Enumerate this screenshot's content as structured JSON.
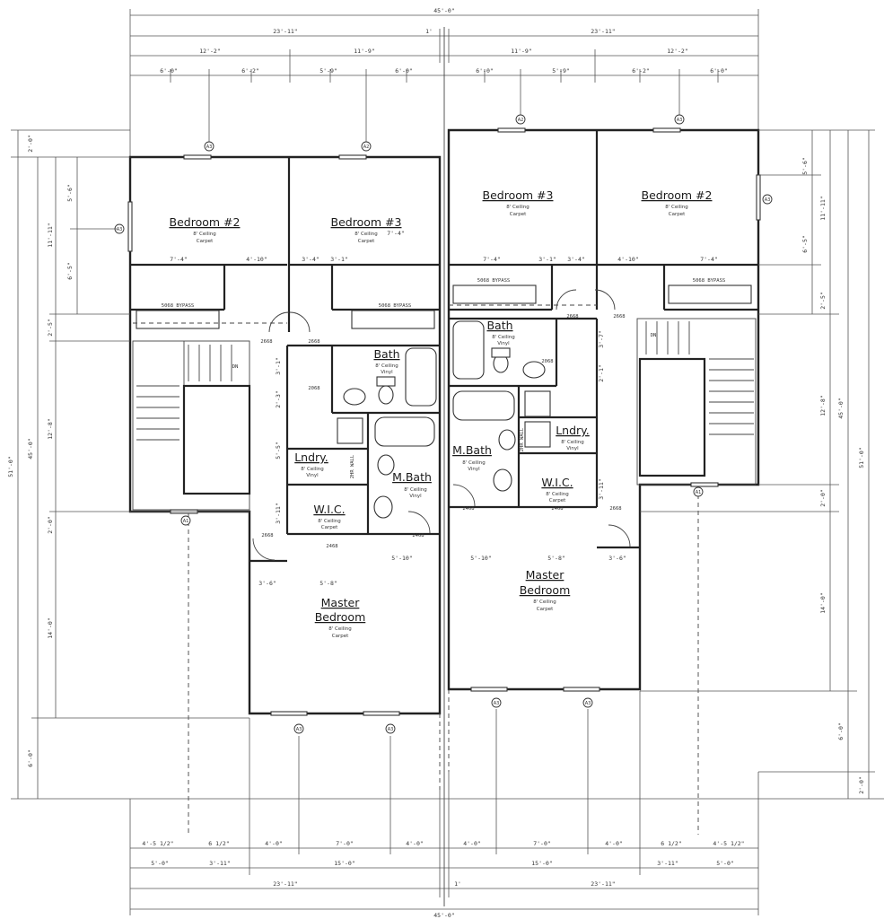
{
  "dims_top": {
    "overall": "45'-0\"",
    "half_left": "23'-11\"",
    "mid_gap": "1'",
    "half_right": "23'-11\"",
    "row3": [
      "12'-2\"",
      "11'-9\"",
      "11'-9\"",
      "12'-2\""
    ],
    "row4": [
      "6'-0\"",
      "6'-2\"",
      "5'-9\"",
      "6'-0\"",
      "6'-0\"",
      "5'-9\"",
      "6'-2\"",
      "6'-0\""
    ]
  },
  "dims_bottom": {
    "row1": [
      "4'-5 1/2\"",
      "6 1/2\"",
      "4'-0\"",
      "7'-0\"",
      "4'-0\"",
      "4'-0\"",
      "7'-0\"",
      "4'-0\"",
      "6 1/2\"",
      "4'-5 1/2\""
    ],
    "row2": [
      "5'-0\"",
      "3'-11\"",
      "15'-0\"",
      "15'-0\"",
      "3'-11\"",
      "5'-0\""
    ],
    "half_left": "23'-11\"",
    "mid_gap": "1'",
    "half_right": "23'-11\"",
    "overall": "45'-0\""
  },
  "dims_left": [
    "2'-0\"",
    "51'-0\"",
    "45'-0\"",
    "11'-11\"",
    "5'-6\"",
    "6'-5\"",
    "2'-5\"",
    "12'-8\"",
    "2'-0\"",
    "14'-0\"",
    "6'-0\""
  ],
  "dims_right": [
    "5'-6\"",
    "11'-11\"",
    "6'-5\"",
    "2'-5\"",
    "12'-8\"",
    "45'-0\"",
    "51'-0\"",
    "2'-0\"",
    "14'-0\"",
    "6'-0\"",
    "2'-0\""
  ],
  "rooms": {
    "bed2_left": {
      "name": "Bedroom #2",
      "ceiling": "8' Ceiling",
      "floor": "Carpet"
    },
    "bed3_left": {
      "name": "Bedroom #3",
      "ceiling": "8' Ceiling",
      "floor": "Carpet"
    },
    "bed3_right": {
      "name": "Bedroom #3",
      "ceiling": "8' Ceiling",
      "floor": "Carpet"
    },
    "bed2_right": {
      "name": "Bedroom #2",
      "ceiling": "8' Ceiling",
      "floor": "Carpet"
    },
    "bath_left": {
      "name": "Bath",
      "ceiling": "8' Ceiling",
      "floor": "Vinyl"
    },
    "bath_right": {
      "name": "Bath",
      "ceiling": "8' Ceiling",
      "floor": "Vinyl"
    },
    "mbath_left": {
      "name": "M.Bath",
      "ceiling": "8' Ceiling",
      "floor": "Vinyl"
    },
    "mbath_right": {
      "name": "M.Bath",
      "ceiling": "8' Ceiling",
      "floor": "Vinyl"
    },
    "lndry_left": {
      "name": "Lndry.",
      "ceiling": "8' Ceiling",
      "floor": "Vinyl"
    },
    "lndry_right": {
      "name": "Lndry.",
      "ceiling": "8' Ceiling",
      "floor": "Vinyl"
    },
    "wic_left": {
      "name": "W.I.C.",
      "ceiling": "8' Ceiling",
      "floor": "Carpet"
    },
    "wic_right": {
      "name": "W.I.C.",
      "ceiling": "8' Ceiling",
      "floor": "Carpet"
    },
    "master_left": {
      "name1": "Master",
      "name2": "Bedroom",
      "ceiling": "8' Ceiling",
      "floor": "Carpet"
    },
    "master_right": {
      "name1": "Master",
      "name2": "Bedroom",
      "ceiling": "8' Ceiling",
      "floor": "Carpet"
    }
  },
  "door_labels": {
    "bypass": "5068 BYPASS",
    "d2668": "2668",
    "d2468": "2468",
    "d2068": "2068",
    "dn": "DN",
    "wall_2hr": "2HR WALL"
  },
  "interior_dims": {
    "left": [
      "7'-4\"",
      "4'-10\"",
      "3'-4\"",
      "3'-1\"",
      "7'-4\"",
      "3'-1\"",
      "2'-3\"",
      "5'-5\"",
      "3'-11\"",
      "3'-6\"",
      "5'-8\"",
      "5'-10\""
    ],
    "right": [
      "7'-4\"",
      "3'-1\"",
      "3'-4\"",
      "4'-10\"",
      "7'-4\"",
      "3'-7\"",
      "2'-1\"",
      "3'-11\"",
      "5'-10\"",
      "5'-8\"",
      "3'-6\""
    ]
  },
  "window_tags": [
    "A3",
    "A2",
    "A2",
    "A3",
    "A3",
    "A3",
    "A1",
    "A1",
    "A3",
    "A3",
    "A3",
    "A3"
  ]
}
